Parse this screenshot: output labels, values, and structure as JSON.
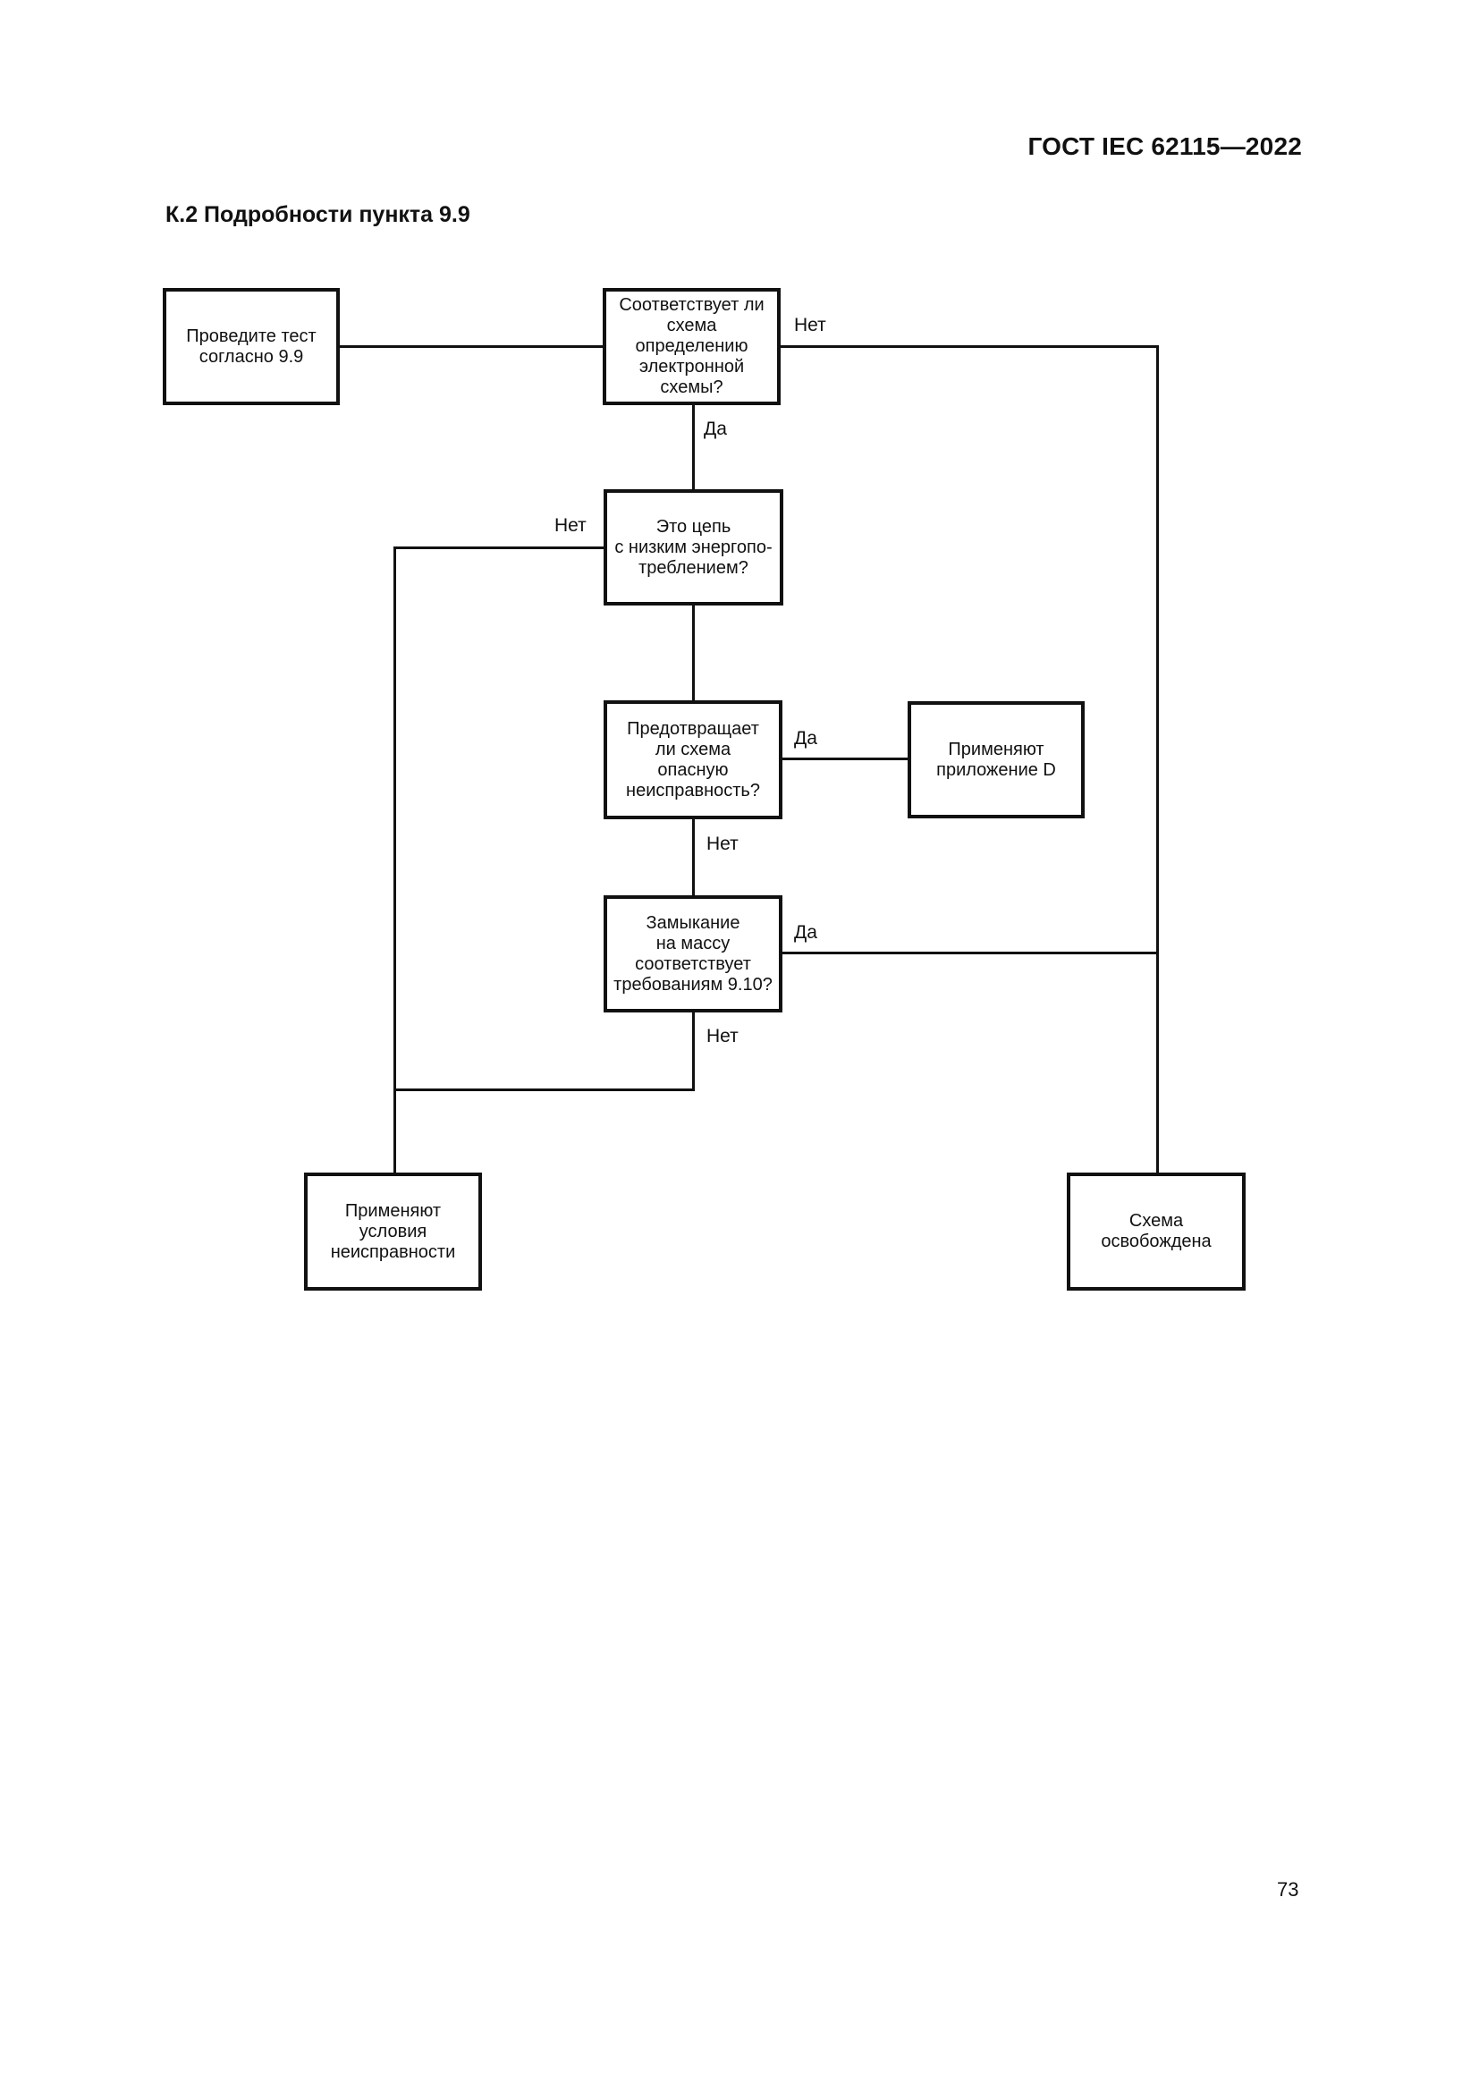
{
  "page": {
    "header": "ГОСТ IEC 62115—2022",
    "section_title": "К.2 Подробности пункта 9.9",
    "page_number": "73"
  },
  "flowchart": {
    "labels": {
      "yes": "Да",
      "no": "Нет"
    },
    "nodes": {
      "start": {
        "text": "Проведите тест\nсогласно 9.9"
      },
      "q_electronic": {
        "text": "Соответствует ли\nсхема\nопределению\nэлектронной\nсхемы?"
      },
      "q_low_power": {
        "text": "Это цепь\nс низким энергопо-\nтреблением?"
      },
      "q_prevents_fault": {
        "text": "Предотвращает\nли схема\nопасную\nнеисправность?"
      },
      "apply_annex_d": {
        "text": "Применяют\nприложение D"
      },
      "q_earth_fault": {
        "text": "Замыкание\nна массу\nсоответствует\nтребованиям 9.10?"
      },
      "apply_fault_conditions": {
        "text": "Применяют\nусловия\nнеисправности"
      },
      "circuit_exempt": {
        "text": "Схема\nосвобождена"
      }
    }
  }
}
